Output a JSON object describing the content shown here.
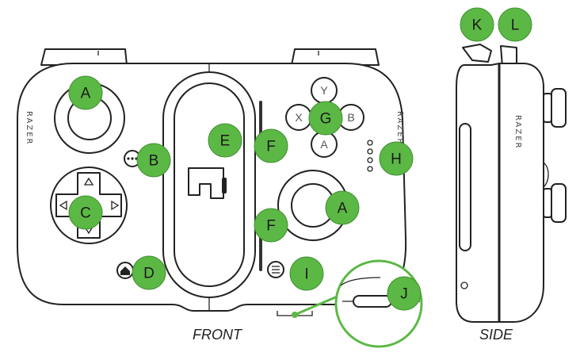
{
  "captions": {
    "front": "FRONT",
    "side": "SIDE"
  },
  "buttons": {
    "y": "Y",
    "x": "X",
    "b": "B",
    "a": "A"
  },
  "brand": {
    "front_left": "RAZER",
    "front_right": "RAZER",
    "side": "RAZER"
  },
  "callouts": {
    "a_top": "A",
    "a_bottom": "A",
    "b": "B",
    "c": "C",
    "d": "D",
    "e": "E",
    "f_top": "F",
    "f_bottom": "F",
    "g": "G",
    "h": "H",
    "i": "I",
    "j": "J",
    "k": "K",
    "l": "L"
  },
  "colors": {
    "callout_fill": "#5cb845",
    "outline": "#222222"
  }
}
